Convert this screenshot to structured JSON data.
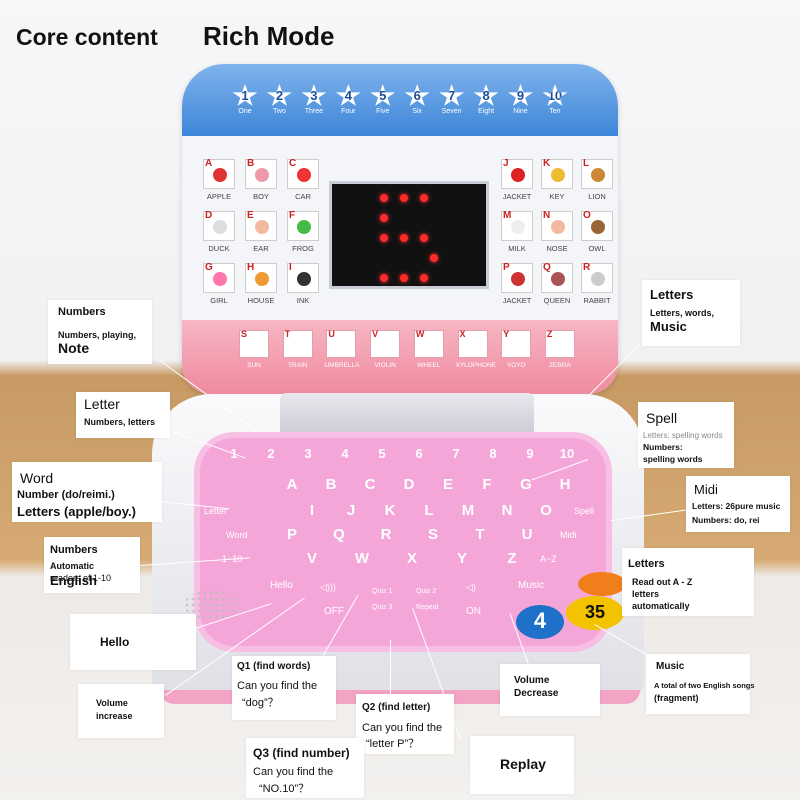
{
  "header": {
    "core": "Core content",
    "rich": "Rich Mode"
  },
  "lid": {
    "numbers": [
      {
        "n": "1",
        "w": "One"
      },
      {
        "n": "2",
        "w": "Two"
      },
      {
        "n": "3",
        "w": "Three"
      },
      {
        "n": "4",
        "w": "Four"
      },
      {
        "n": "5",
        "w": "Five"
      },
      {
        "n": "6",
        "w": "Six"
      },
      {
        "n": "7",
        "w": "Seven"
      },
      {
        "n": "8",
        "w": "Eight"
      },
      {
        "n": "9",
        "w": "Nine"
      },
      {
        "n": "10",
        "w": "Ten"
      }
    ],
    "left_tiles": [
      {
        "l": "A",
        "w": "APPLE",
        "c": "#d33"
      },
      {
        "l": "B",
        "w": "BOY",
        "c": "#e9a"
      },
      {
        "l": "C",
        "w": "CAR",
        "c": "#e33"
      },
      {
        "l": "D",
        "w": "DUCK",
        "c": "#ddd"
      },
      {
        "l": "E",
        "w": "EAR",
        "c": "#f3b9a0"
      },
      {
        "l": "F",
        "w": "FROG",
        "c": "#4b4"
      },
      {
        "l": "G",
        "w": "GIRL",
        "c": "#f7a"
      },
      {
        "l": "H",
        "w": "HOUSE",
        "c": "#e93"
      },
      {
        "l": "I",
        "w": "INK",
        "c": "#333"
      }
    ],
    "right_tiles": [
      {
        "l": "J",
        "w": "JACKET",
        "c": "#d22"
      },
      {
        "l": "K",
        "w": "KEY",
        "c": "#eb3"
      },
      {
        "l": "L",
        "w": "LION",
        "c": "#c83"
      },
      {
        "l": "M",
        "w": "MILK",
        "c": "#eee"
      },
      {
        "l": "N",
        "w": "NOSE",
        "c": "#f3b9a0"
      },
      {
        "l": "O",
        "w": "OWL",
        "c": "#963"
      },
      {
        "l": "P",
        "w": "JACKET",
        "c": "#c33"
      },
      {
        "l": "Q",
        "w": "QUEEN",
        "c": "#a55"
      },
      {
        "l": "R",
        "w": "RABBIT",
        "c": "#ccc"
      }
    ],
    "bottom_tiles": [
      {
        "l": "S",
        "w": "SUN",
        "c": "#fc3"
      },
      {
        "l": "T",
        "w": "TRAIN",
        "c": "#36c"
      },
      {
        "l": "U",
        "w": "UMBRELLA",
        "c": "#e44"
      },
      {
        "l": "V",
        "w": "VIOLIN",
        "c": "#a52"
      },
      {
        "l": "W",
        "w": "WHEEL",
        "c": "#333"
      },
      {
        "l": "X",
        "w": "XYLOPHONE",
        "c": "#555"
      },
      {
        "l": "Y",
        "w": "YOYO",
        "c": "#e55"
      },
      {
        "l": "Z",
        "w": "ZEBRA",
        "c": "#555"
      }
    ]
  },
  "keyboard": {
    "numbers": [
      "1",
      "2",
      "3",
      "4",
      "5",
      "6",
      "7",
      "8",
      "9",
      "10"
    ],
    "row1": [
      "A",
      "B",
      "C",
      "D",
      "E",
      "F",
      "G",
      "H"
    ],
    "row2": [
      "I",
      "J",
      "K",
      "L",
      "M",
      "N",
      "O"
    ],
    "row3": [
      "P",
      "Q",
      "R",
      "S",
      "T",
      "U"
    ],
    "row4": [
      "V",
      "W",
      "X",
      "Y",
      "Z"
    ],
    "side": {
      "letter": "Letter",
      "word": "Word",
      "num": "1~10",
      "hello": "Hello",
      "spell": "Spell",
      "midi": "Midi",
      "az": "A~Z",
      "music": "Music",
      "quiz1": "Quiz 1",
      "quiz2": "Quiz 2",
      "quiz3": "Quiz 3",
      "repeat": "Repeat",
      "off": "OFF",
      "on": "ON"
    }
  },
  "badges": {
    "four": "4",
    "thirtyfive": "35"
  },
  "callouts": {
    "numbers": {
      "title": "Numbers",
      "l1": "Numbers, playing,",
      "l2": "Note"
    },
    "letter": {
      "title": "Letter",
      "l1": "Numbers, letters"
    },
    "word": {
      "title": "Word",
      "l1": "Number (do/reimi.)",
      "l2": "Letters (apple/boy.)"
    },
    "numbers2": {
      "title": "Numbers",
      "l1": "Automatic",
      "l2": "English",
      "l3": "readers of 1-10"
    },
    "hello": {
      "title": "Hello"
    },
    "vol_inc": {
      "l1": "Volume",
      "l2": "increase"
    },
    "q1": {
      "title": "Q1 (find words)",
      "l1": "Can you find the",
      "l2": "“dog”？"
    },
    "q2": {
      "title": "Q2 (find letter)",
      "l1": "Can you find the",
      "l2": "“letter P”？"
    },
    "q3": {
      "title": "Q3 (find number)",
      "l1": "Can you find the",
      "l2": "“NO.10”？"
    },
    "vol_dec": {
      "l1": "Volume",
      "l2": "Decrease"
    },
    "replay": {
      "title": "Replay"
    },
    "music": {
      "title": "Music",
      "l1": "A total of two English songs",
      "l2": "(fragment)"
    },
    "letters_auto": {
      "title": "Letters",
      "l1": "Read out A - Z",
      "l2": "letters",
      "l3": "automatically"
    },
    "midi": {
      "title": "Midi",
      "l1": "Letters: 26pure music",
      "l2": "Numbers: do, rei"
    },
    "spell": {
      "title": "Spell",
      "l1": "Letters: spelling words",
      "l2": "Numbers:",
      "l3": "spelling words"
    },
    "letters": {
      "title": "Letters",
      "l1": "Letters, words,",
      "l2": "Music"
    }
  }
}
